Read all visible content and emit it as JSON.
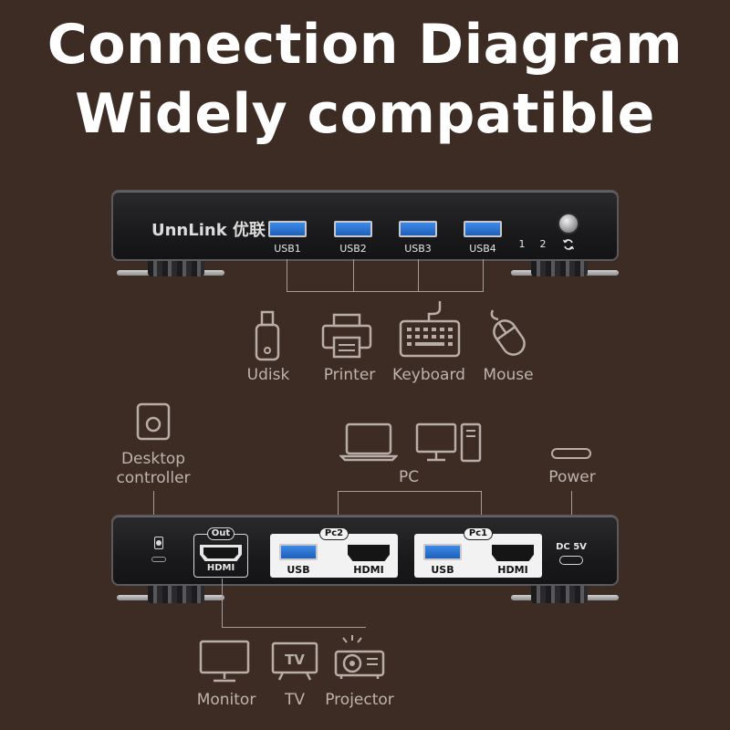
{
  "title": {
    "line1": "Connection Diagram",
    "line2": "Widely compatible"
  },
  "top_unit": {
    "brand": "UnnLink 优联",
    "usb_ports": [
      "USB1",
      "USB2",
      "USB3",
      "USB4"
    ],
    "led_labels": [
      "1",
      "2"
    ],
    "switch_icon": "refresh-icon"
  },
  "usb_devices": [
    {
      "label": "Udisk",
      "icon": "usb-drive-icon"
    },
    {
      "label": "Printer",
      "icon": "printer-icon"
    },
    {
      "label": "Keyboard",
      "icon": "keyboard-icon"
    },
    {
      "label": "Mouse",
      "icon": "mouse-icon"
    }
  ],
  "desktop_controller": {
    "line1": "Desktop",
    "line2": "controller",
    "icon": "desktop-controller-icon"
  },
  "pc": {
    "label": "PC",
    "icons": [
      "laptop-icon",
      "desktop-pc-icon"
    ]
  },
  "power": {
    "label": "Power",
    "icon": "usb-c-cable-icon"
  },
  "bottom_unit": {
    "out_tag": "Out",
    "out_port": "HDMI",
    "pc2_tag": "Pc2",
    "pc1_tag": "Pc1",
    "usb_label": "USB",
    "hdmi_label": "HDMI",
    "dc_label": "DC 5V"
  },
  "displays": [
    {
      "label": "Monitor",
      "icon": "monitor-icon"
    },
    {
      "label": "TV",
      "icon": "tv-icon"
    },
    {
      "label": "Projector",
      "icon": "projector-icon"
    }
  ],
  "colors": {
    "background": "#3d2c24",
    "usb_blue": "#2f74d0",
    "line": "#a59d98"
  }
}
